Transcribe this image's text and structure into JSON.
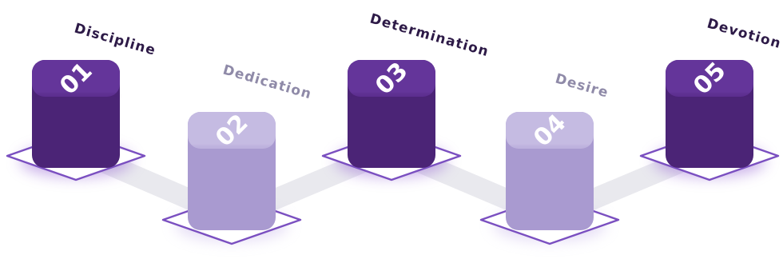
{
  "steps": [
    {
      "number": "01",
      "label": "Discipline",
      "tone": "dark"
    },
    {
      "number": "02",
      "label": "Dedication",
      "tone": "light"
    },
    {
      "number": "03",
      "label": "Determination",
      "tone": "dark"
    },
    {
      "number": "04",
      "label": "Desire",
      "tone": "light"
    },
    {
      "number": "05",
      "label": "Devotion",
      "tone": "dark"
    }
  ],
  "colors": {
    "dark_front": "#4b2476",
    "dark_top": "#64359a",
    "dark_label": "#2d1a47",
    "light_front": "#a99ad0",
    "light_top": "#c5bbe2",
    "light_label": "#8f8aa8",
    "outline": "#7a4fc0",
    "path": "#e9e9ee"
  }
}
